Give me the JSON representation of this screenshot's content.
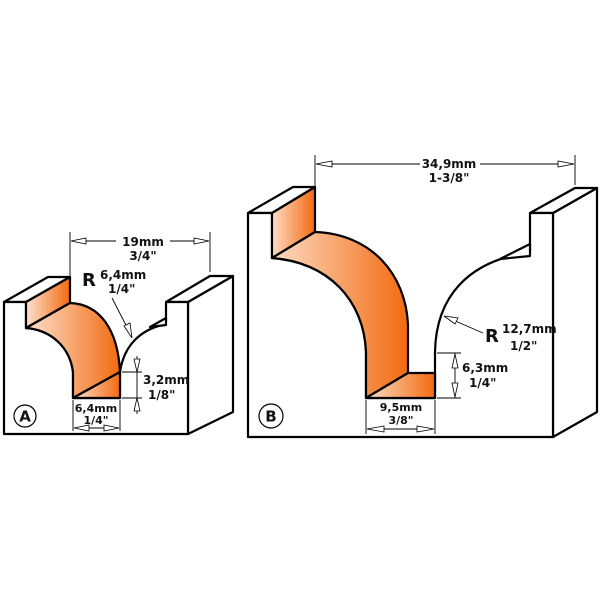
{
  "colors": {
    "orange_dark": "#f26a10",
    "orange_light": "#fde2cf",
    "outline": "#000000",
    "background": "#ffffff"
  },
  "profile_a": {
    "badge": "A",
    "overall_width_mm": "19mm",
    "overall_width_in": "3/4\"",
    "radius_prefix": "R",
    "radius_mm": "6,4mm",
    "radius_in": "1/4\"",
    "step_height_mm": "3,2mm",
    "step_height_in": "1/8\"",
    "bottom_width_mm": "6,4mm",
    "bottom_width_in": "1/4\""
  },
  "profile_b": {
    "badge": "B",
    "overall_width_mm": "34,9mm",
    "overall_width_in": "1-3/8\"",
    "radius_prefix": "R",
    "radius_mm": "12,7mm",
    "radius_in": "1/2\"",
    "step_height_mm": "6,3mm",
    "step_height_in": "1/4\"",
    "bottom_width_mm": "9,5mm",
    "bottom_width_in": "3/8\""
  }
}
